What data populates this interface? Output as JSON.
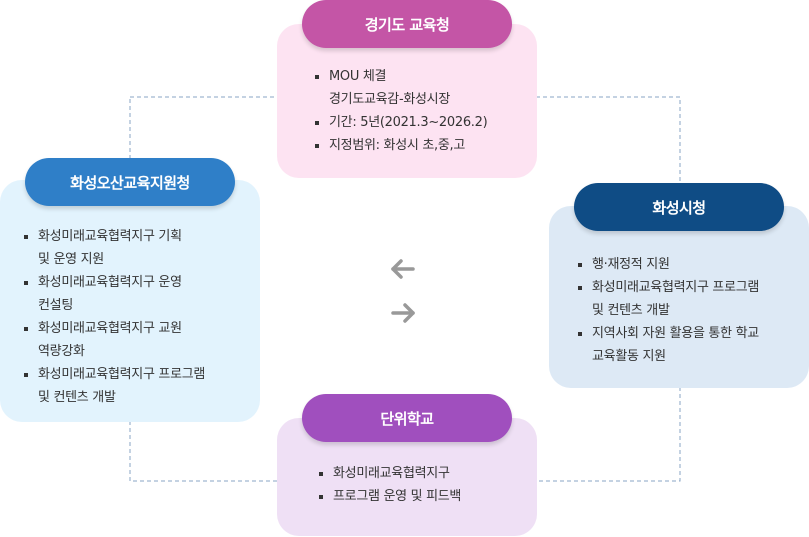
{
  "colors": {
    "gyeonggi_pill": "#c455a6",
    "gyeonggi_card": "#fde3f2",
    "osan_pill": "#2f7fc8",
    "osan_card": "#e2f3fd",
    "hwaseong_pill": "#0f4c85",
    "hwaseong_card": "#dde9f5",
    "school_pill": "#a04fbe",
    "school_card": "#efe0f5",
    "dashed_line": "#8aa6c6",
    "arrow": "#999999"
  },
  "gyeonggi": {
    "title": "경기도 교육청",
    "items": [
      [
        "MOU 체결",
        "경기도교육감-화성시장"
      ],
      [
        "기간: 5년(2021.3~2026.2)"
      ],
      [
        "지정범위: 화성시 초,중,고"
      ]
    ]
  },
  "osan": {
    "title": "화성오산교육지원청",
    "items": [
      [
        "화성미래교육협력지구 기획",
        "및 운영 지원"
      ],
      [
        "화성미래교육협력지구 운영",
        "컨설팅"
      ],
      [
        "화성미래교육협력지구 교원",
        "역량강화"
      ],
      [
        "화성미래교육협력지구 프로그램",
        "및 컨텐츠 개발"
      ]
    ]
  },
  "hwaseong": {
    "title": "화성시청",
    "items": [
      [
        "행·재정적 지원"
      ],
      [
        "화성미래교육협력지구 프로그램",
        "및 컨텐츠 개발"
      ],
      [
        "지역사회 자원 활용을 통한 학교",
        "교육활동 지원"
      ]
    ]
  },
  "school": {
    "title": "단위학교",
    "items": [
      [
        "화성미래교육협력지구"
      ],
      [
        "프로그램 운영 및 피드백"
      ]
    ]
  },
  "icons": {
    "left": "arrow-left-icon",
    "right": "arrow-right-icon"
  }
}
